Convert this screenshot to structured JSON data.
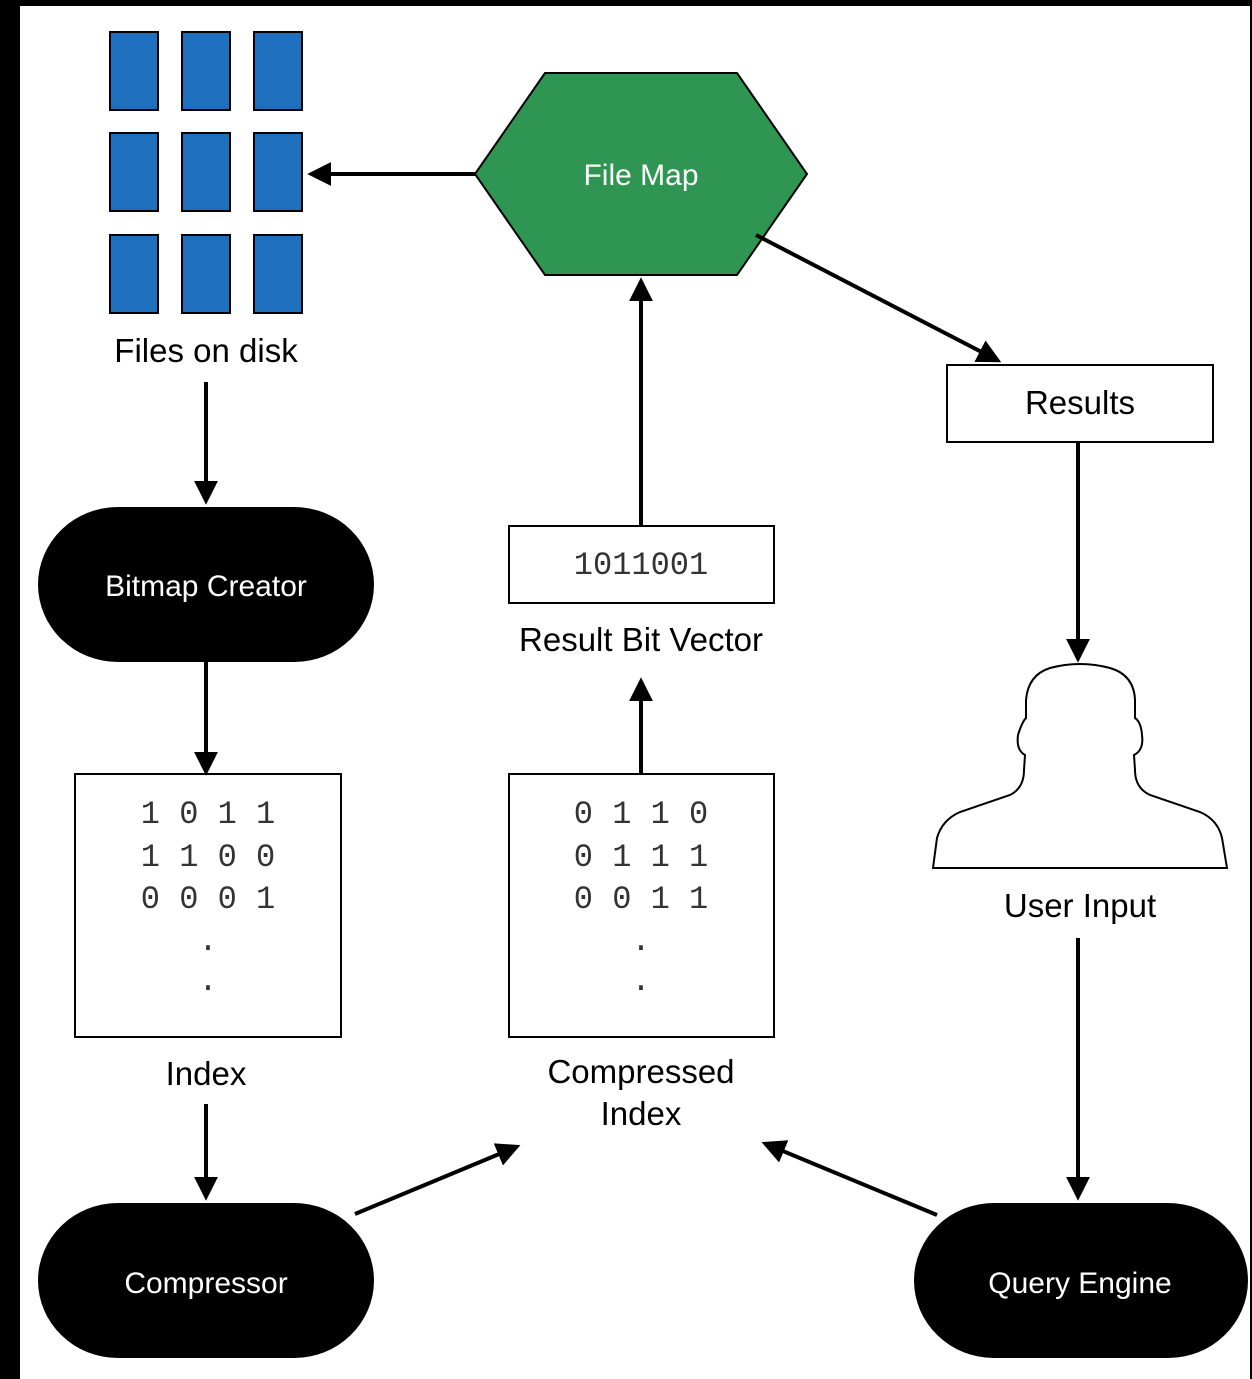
{
  "nodes": {
    "file_map": {
      "label": "File Map",
      "color": "#2e9652"
    },
    "files_on_disk": {
      "label": "Files on disk",
      "color": "#1f6fbf"
    },
    "results": {
      "label": "Results"
    },
    "bitmap_creator": {
      "label": "Bitmap Creator"
    },
    "result_bit_vector": {
      "value": "1011001",
      "label": "Result Bit Vector"
    },
    "user_input": {
      "label": "User Input",
      "icon": "user-silhouette-icon"
    },
    "index": {
      "label": "Index",
      "rows": [
        "1 0 1 1",
        "1 1 0 0",
        "0 0 0 1",
        ".",
        "."
      ]
    },
    "compressed_index": {
      "label_line1": "Compressed",
      "label_line2": "Index",
      "rows": [
        "0 1 1 0",
        "0 1 1 1",
        "0 0 1 1",
        ".",
        "."
      ]
    },
    "compressor": {
      "label": "Compressor"
    },
    "query_engine": {
      "label": "Query Engine"
    }
  },
  "edges": [
    {
      "from": "file_map",
      "to": "files_on_disk"
    },
    {
      "from": "file_map",
      "to": "results"
    },
    {
      "from": "files_on_disk",
      "to": "bitmap_creator"
    },
    {
      "from": "results",
      "to": "user_input"
    },
    {
      "from": "result_bit_vector",
      "to": "file_map"
    },
    {
      "from": "bitmap_creator",
      "to": "index"
    },
    {
      "from": "compressed_index",
      "to": "result_bit_vector"
    },
    {
      "from": "user_input",
      "to": "query_engine"
    },
    {
      "from": "index",
      "to": "compressor"
    },
    {
      "from": "compressor",
      "to": "compressed_index"
    },
    {
      "from": "query_engine",
      "to": "compressed_index"
    }
  ]
}
